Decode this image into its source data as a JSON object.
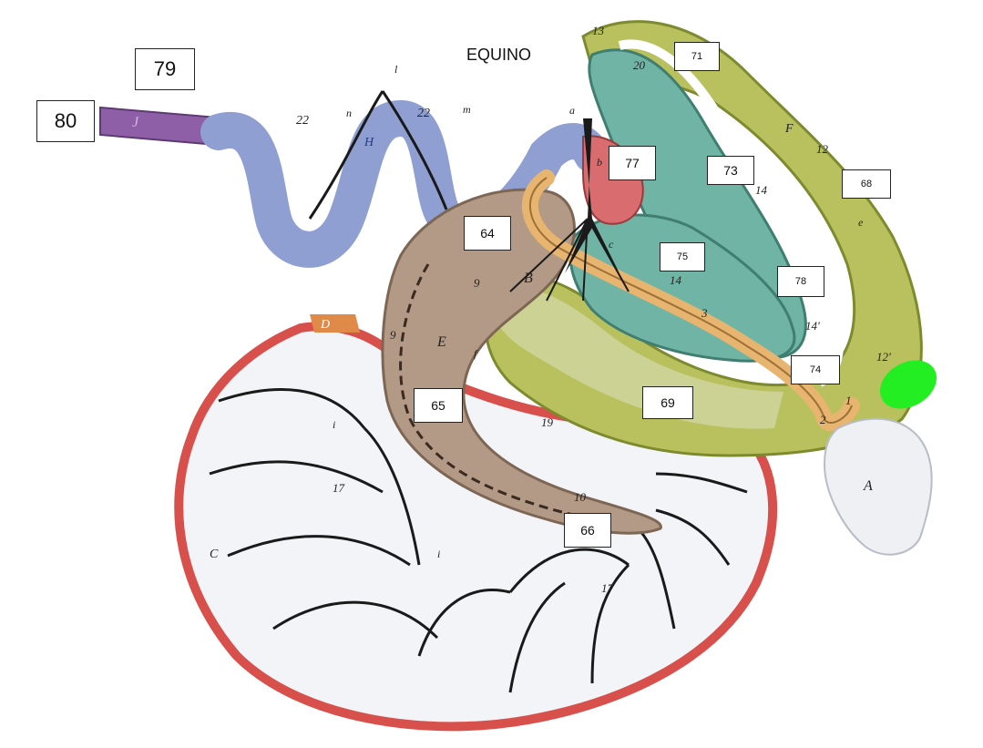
{
  "title": "EQUINO",
  "labels": {
    "l64": "64",
    "l65": "65",
    "l66": "66",
    "l68": "68",
    "l69": "69",
    "l71": "71",
    "l73": "73",
    "l74": "74",
    "l75": "75",
    "l77": "77",
    "l78": "78",
    "l79": "79",
    "l80": "80"
  },
  "letters": {
    "J": "J",
    "H": "H",
    "B": "B",
    "E": "E",
    "D": "D",
    "C": "C",
    "A": "A",
    "F": "F",
    "n22a": "22",
    "n22b": "22",
    "n13": "13",
    "n20": "20",
    "n12": "12",
    "n14a": "14",
    "n14b": "14",
    "n14c": "14'",
    "n12b": "12'",
    "n9a": "9",
    "n9b": "9",
    "n10": "10",
    "n17a": "17",
    "n17b": "17",
    "n19": "19",
    "n3": "3",
    "n2": "2",
    "n1": "1",
    "la": "a",
    "lb": "b",
    "lc": "c",
    "le": "e",
    "lf": "f",
    "li1": "i",
    "li2": "i",
    "ll": "l",
    "ln": "n",
    "lm": "m"
  },
  "colors": {
    "small_colon_purple": "#8e5fa6",
    "small_colon_blue": "#8f9fd2",
    "colon_brown": "#b29a86",
    "cecum_teal": "#6fb4a4",
    "colon_yellow": "#b8c15d",
    "ileum_orange": "#e7b56f",
    "mesentery_red": "#d8504c",
    "highlight_green": "#22ee22"
  }
}
